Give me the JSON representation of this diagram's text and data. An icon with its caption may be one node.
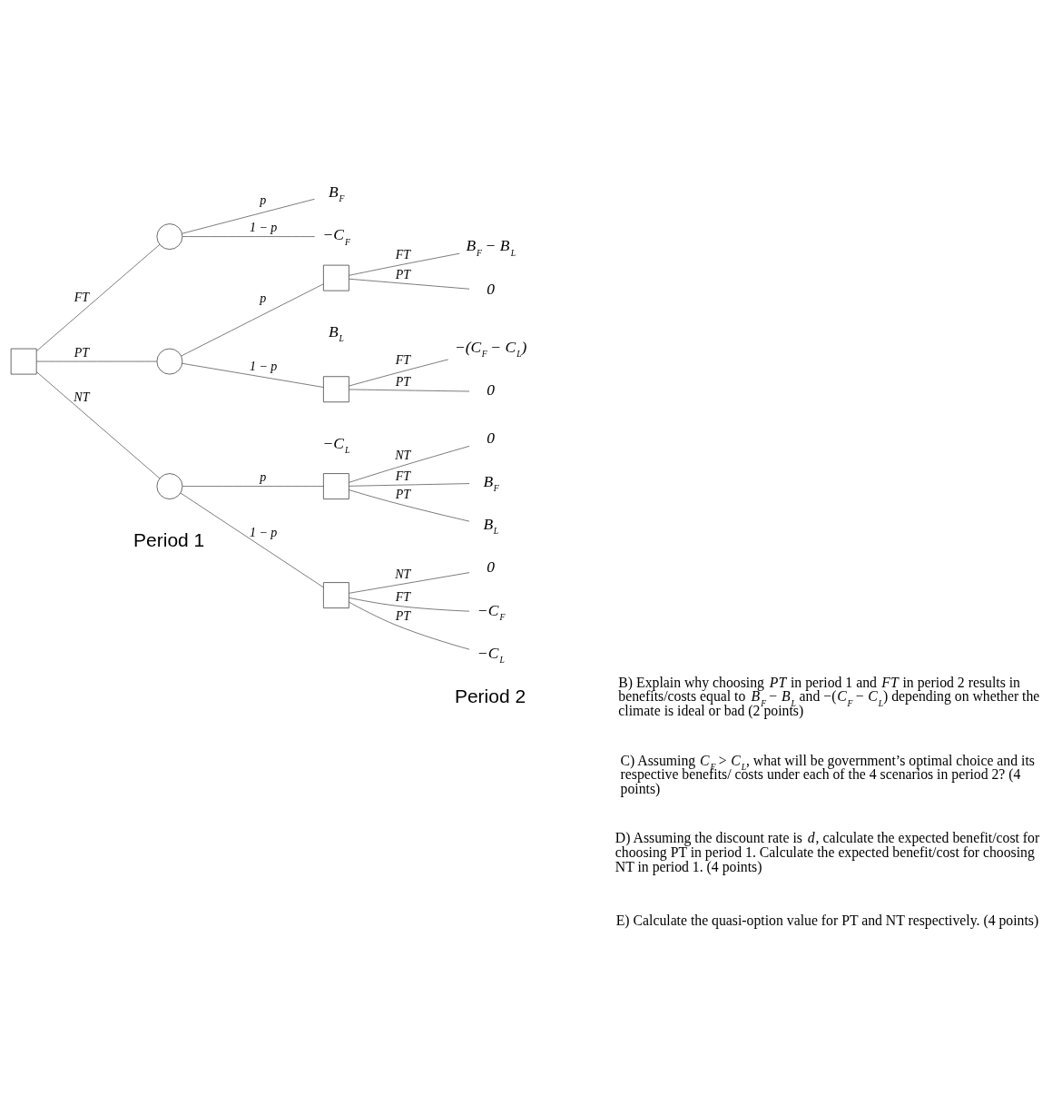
{
  "diagram": {
    "nodes": [
      {
        "text": [],
        "shape": "box"
      },
      {
        "text": [],
        "shape": "circle"
      },
      {
        "text": [],
        "shape": "circle"
      },
      {
        "text": [],
        "shape": "circle"
      },
      {
        "text": [
          "B$_{F}$"
        ]
      },
      {
        "text": [
          "−C$_{F}$"
        ]
      },
      {
        "text": [],
        "shape": "box"
      },
      {
        "text": [],
        "shape": "box"
      },
      {
        "text": [],
        "shape": "box"
      },
      {
        "text": [],
        "shape": "box"
      },
      {
        "text": [
          "B$_{F}$ − B$_{L}$"
        ]
      },
      {
        "text": [
          "0"
        ]
      },
      {
        "text": [
          "−(C$_{F}$ − C$_{L}$)"
        ]
      },
      {
        "text": [
          "0"
        ]
      },
      {
        "text": [
          "B$_{F}$"
        ]
      },
      {
        "text": [
          "B$_{L}$"
        ]
      },
      {
        "text": [
          "0"
        ]
      },
      {
        "text": [
          "−C$_{F}$"
        ]
      },
      {
        "text": [
          "−C$_{L}$"
        ]
      },
      {
        "text": [
          "0"
        ]
      }
    ],
    "edges": [
      {
        "from": 0,
        "to": 1,
        "arrow": "none",
        "label": "FT"
      },
      {
        "from": 0,
        "to": 2,
        "arrow": "none",
        "label": "PT"
      },
      {
        "from": 0,
        "to": 3,
        "arrow": "none",
        "label": "NT"
      },
      {
        "from": 1,
        "to": 4,
        "arrow": "none",
        "label": "p"
      },
      {
        "from": 1,
        "to": 5,
        "arrow": "none",
        "label": "1 − p"
      },
      {
        "from": 2,
        "to": 6,
        "arrow": "none",
        "label": "p"
      },
      {
        "from": 2,
        "to": 7,
        "arrow": "none",
        "label": "1 − p"
      },
      {
        "from": 3,
        "to": 8,
        "arrow": "none",
        "label": "p"
      },
      {
        "from": 3,
        "to": 9,
        "arrow": "none",
        "label": "1 − p"
      },
      {
        "from": 6,
        "to": 10,
        "arrow": "none",
        "label": "FT"
      },
      {
        "from": 6,
        "to": 11,
        "arrow": "none",
        "label": "PT"
      },
      {
        "from": 7,
        "to": 12,
        "arrow": "none",
        "label": "FT"
      },
      {
        "from": 7,
        "to": 13,
        "arrow": "none",
        "label": "PT"
      },
      {
        "from": 8,
        "to": 14,
        "arrow": "none",
        "label": "FT"
      },
      {
        "from": 8,
        "to": 15,
        "arrow": "none",
        "label": "PT"
      },
      {
        "from": 8,
        "to": 16,
        "arrow": "none",
        "label": "NT"
      },
      {
        "from": 9,
        "to": 17,
        "arrow": "none",
        "label": "FT"
      },
      {
        "from": 9,
        "to": 18,
        "arrow": "none",
        "label": "PT"
      },
      {
        "from": 9,
        "to": 19,
        "arrow": "none",
        "label": "NT"
      }
    ],
    "labels": [
      "B$_{L}$",
      "−C$_{L}$",
      "Period 1",
      "Period 2",
      "B) Explain why choosing *PT* in period 1 and *FT* in period 2 results in benefits/costs equal to *B$_{F}$* − *B$_{L}$* and −(*C$_{F}$* − *C$_{L}$*) depending on whether the climate is ideal or bad (2 points)",
      "C) Assuming *C$_{F}$* > *C$_{L}$*, what will be government’s optimal choice and its respective benefits/ costs under each of the 4 scenarios in period 2? (4 points)",
      "D) Assuming the discount rate is *d*, calculate the expected benefit/cost for choosing PT in period 1. Calculate the expected benefit/cost for choosing NT in period 1. (4 points)",
      "E) Calculate the quasi-option value for PT and NT respectively. (4 points)"
    ]
  }
}
